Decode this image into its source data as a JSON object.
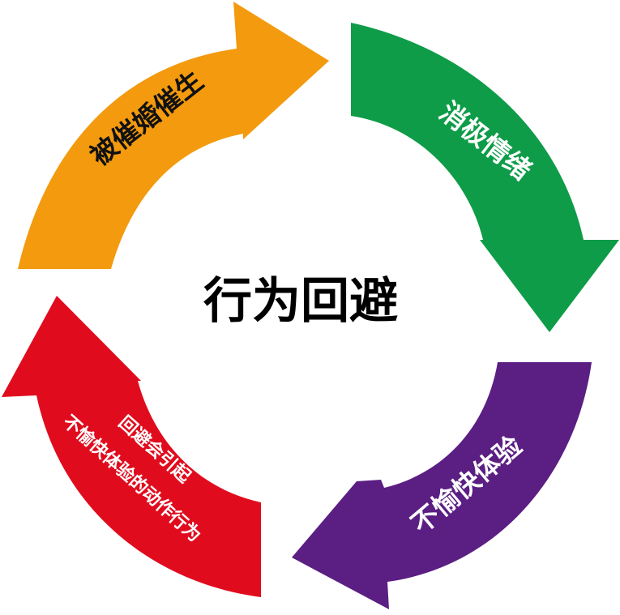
{
  "diagram": {
    "center_title": "行为回避",
    "segments": [
      {
        "id": "orange",
        "label": "被催婚催生",
        "color": "#F39A0E"
      },
      {
        "id": "green",
        "label": "消极情绪",
        "color": "#0E9C48"
      },
      {
        "id": "purple",
        "label": "不愉快体验",
        "color": "#5B1E83"
      },
      {
        "id": "red",
        "label_line1": "回避会引起",
        "label_line2": "不愉快体验的动作行为",
        "color": "#E00C1E"
      }
    ]
  }
}
